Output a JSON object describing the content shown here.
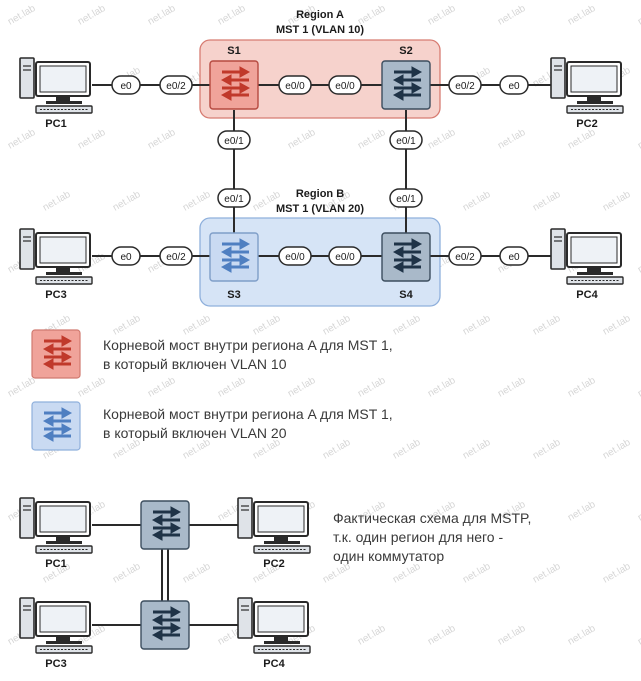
{
  "watermark": "net.lab",
  "regions": {
    "a": {
      "title": "Region A",
      "subtitle": "MST 1 (VLAN 10)"
    },
    "b": {
      "title": "Region B",
      "subtitle": "MST 1 (VLAN 20)"
    }
  },
  "devices": {
    "s1": "S1",
    "s2": "S2",
    "s3": "S3",
    "s4": "S4",
    "pc1": "PC1",
    "pc2": "PC2",
    "pc3": "PC3",
    "pc4": "PC4"
  },
  "ports": {
    "pc1_e0": "e0",
    "s1_e0_2": "e0/2",
    "s1_e0_0": "e0/0",
    "s2_e0_0": "e0/0",
    "s2_e0_2": "e0/2",
    "pc2_e0": "e0",
    "s1_e0_1": "e0/1",
    "s2_e0_1": "e0/1",
    "s3_e0_1": "e0/1",
    "s4_e0_1": "e0/1",
    "pc3_e0": "e0",
    "s3_e0_2": "e0/2",
    "s3_e0_0": "e0/0",
    "s4_e0_0": "e0/0",
    "s4_e0_2": "e0/2",
    "pc4_e0": "e0"
  },
  "legend": {
    "red": {
      "line1": "Корневой мост внутри региона A для MST 1,",
      "line2": "в который включен VLAN 10"
    },
    "blue": {
      "line1": "Корневой мост внутри региона A для MST 1,",
      "line2": "в который включен VLAN 20"
    }
  },
  "bottom": {
    "pc1": "PC1",
    "pc2": "PC2",
    "pc3": "PC3",
    "pc4": "PC4",
    "note": {
      "line1": "Фактическая схема для MSTP,",
      "line2": "т.к. один регион для него -",
      "line3": "один коммутатор"
    }
  },
  "colors": {
    "region_a_fill": "#f6d2cc",
    "region_a_border": "#d77c72",
    "region_b_fill": "#d6e4f6",
    "region_b_border": "#8fb0dc",
    "root_red": "#f0a39a",
    "root_red_arrow": "#c0392b",
    "root_blue": "#c9daf2",
    "root_blue_arrow": "#4f7fc1",
    "switch_gray": "#a9b9c9",
    "switch_arrow": "#1f3347"
  }
}
